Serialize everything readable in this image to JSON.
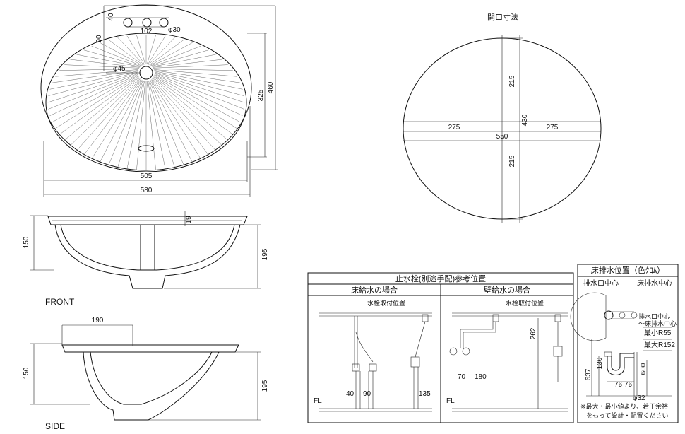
{
  "top_view": {
    "dims": {
      "d40": "40",
      "d102": "102",
      "d30": "φ30",
      "d90": "90",
      "d45": "φ45",
      "d505": "505",
      "d580": "580",
      "d325": "325",
      "d460": "460"
    }
  },
  "opening": {
    "title": "開口寸法",
    "d215_top": "215",
    "d215_bottom": "215",
    "d430": "430",
    "d275_left": "275",
    "d275_right": "275",
    "d550": "550"
  },
  "front": {
    "label": "FRONT",
    "d150": "150",
    "d19": "19",
    "d195": "195"
  },
  "side": {
    "label": "SIDE",
    "d190": "190",
    "d150": "150",
    "d195": "195"
  },
  "valve_table": {
    "title": "止水栓(別途手配)参考位置",
    "floor_header": "床給水の場合",
    "wall_header": "壁給水の場合",
    "mount_label_1": "水栓取付位置",
    "mount_label_2": "水栓取付位置",
    "fl_1": "FL",
    "fl_2": "FL",
    "d40": "40",
    "d90": "90",
    "d135": "135",
    "d70": "70",
    "d180": "180",
    "d262": "262"
  },
  "drain_table": {
    "title": "床排水位置（色ｸﾛﾑ）",
    "drain_center": "排水口中心",
    "floor_drain_center": "床排水中心",
    "range_line1": "排水口中心",
    "range_line2": "～床排水中心",
    "min_r": "最小R55",
    "max_r": "最大R152",
    "d130": "130",
    "d637": "637",
    "d600": "600",
    "d76a": "76",
    "d76b": "76",
    "d32": "φ32",
    "note1": "※最大・最小値より、若干余裕",
    "note2": "をもって設計・配置ください"
  }
}
